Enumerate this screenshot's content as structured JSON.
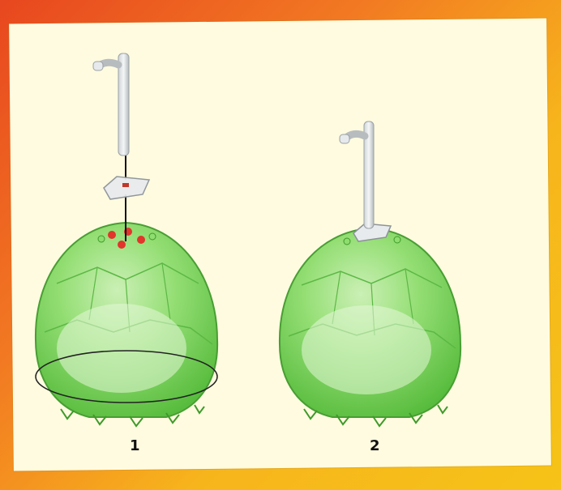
{
  "steps": [
    {
      "number": "1"
    },
    {
      "number": "2"
    }
  ],
  "colors": {
    "border": "#f27a22",
    "panel": "#fffbe0",
    "egg_green": "#6fd34f",
    "stud_red": "#e2352b",
    "connector_line": "#111111"
  },
  "icons": [
    "egg-dome",
    "lamp-post-piece",
    "flat-tile-piece"
  ]
}
